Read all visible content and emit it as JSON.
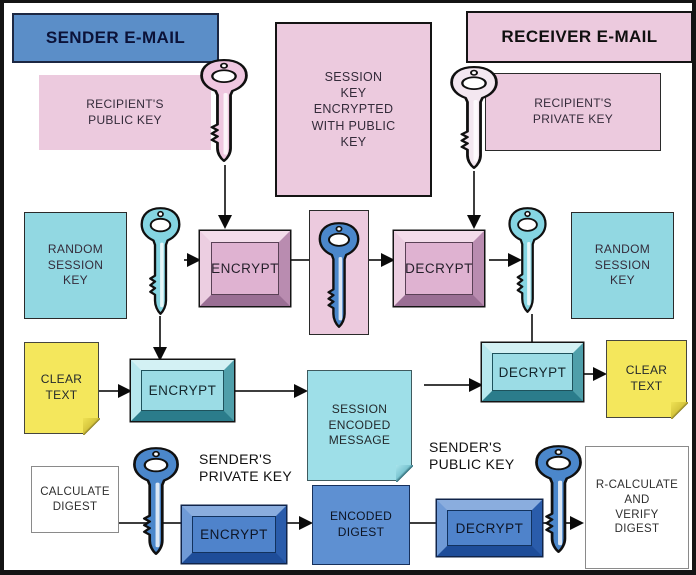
{
  "labels": {
    "sender_email": "SENDER E-MAIL",
    "receiver_email": "RECEIVER E-MAIL",
    "recipients_public_key": "RECIPIENT'S\nPUBLIC KEY",
    "session_key_encrypted": "SESSION\nKEY\nENCRYPTED\nWITH PUBLIC\nKEY",
    "recipients_private_key": "RECIPIENT'S\nPRIVATE KEY",
    "random_session_key_left": "RANDOM\nSESSION\nKEY",
    "random_session_key_right": "RANDOM\nSESSION\nKEY",
    "encrypt_session_key": "ENCRYPT",
    "decrypt_session_key": "DECRYPT",
    "clear_text_left": "CLEAR\nTEXT",
    "encrypt_message": "ENCRYPT",
    "session_encoded_message": "SESSION\nENCODED\nMESSAGE",
    "decrypt_message": "DECRYPT",
    "clear_text_right": "CLEAR\nTEXT",
    "calculate_digest": "CALCULATE\nDIGEST",
    "senders_private_key": "SENDER'S\nPRIVATE KEY",
    "encrypt_digest": "ENCRYPT",
    "encoded_digest": "ENCODED\nDIGEST",
    "senders_public_key": "SENDER'S\nPUBLIC KEY",
    "decrypt_digest": "DECRYPT",
    "recalculate_digest": "R-CALCULATE\nAND\nVERIFY\nDIGEST"
  },
  "colors": {
    "frame": "#141414",
    "sender_blue": "#5b8ec8",
    "pink": "#eccade",
    "pink_button": "#dfb2d1",
    "cyan": "#92d8e2",
    "cyan_button": "#9bdce5",
    "yellow": "#f4e75c",
    "blue_button": "#4f83cb",
    "encoded_digest_blue": "#5e90d2",
    "key_pink": "#efc7e0",
    "key_white": "#f3e7f0",
    "key_cyan": "#85d5e2",
    "key_blue": "#4b87cb",
    "line": "#3d3d3d",
    "arrow": "#0a0a0a"
  }
}
